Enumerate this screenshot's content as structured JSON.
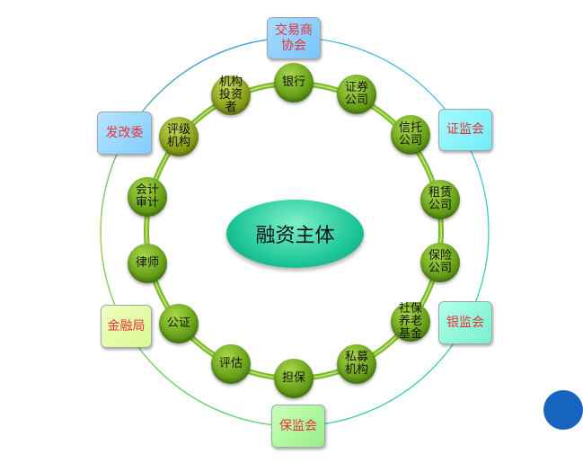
{
  "center": "融资主体",
  "inner_nodes": [
    "银行",
    "证券公司",
    "信托公司",
    "租赁公司",
    "保险公司",
    "社保养老基金",
    "私募机构",
    "担保",
    "评估",
    "公证",
    "律师",
    "会计审计",
    "评级机构",
    "机构投资者"
  ],
  "regulators": {
    "top": "交易商协会",
    "right_top": "证监会",
    "right_bottom": "银监会",
    "bottom": "保监会",
    "left_bottom": "金融局",
    "left_top": "发改委"
  },
  "colors": {
    "regulator_text": "#e8323c",
    "node_green": "#6aa21a",
    "center": "#20c89a",
    "dot": "#1565c0"
  }
}
